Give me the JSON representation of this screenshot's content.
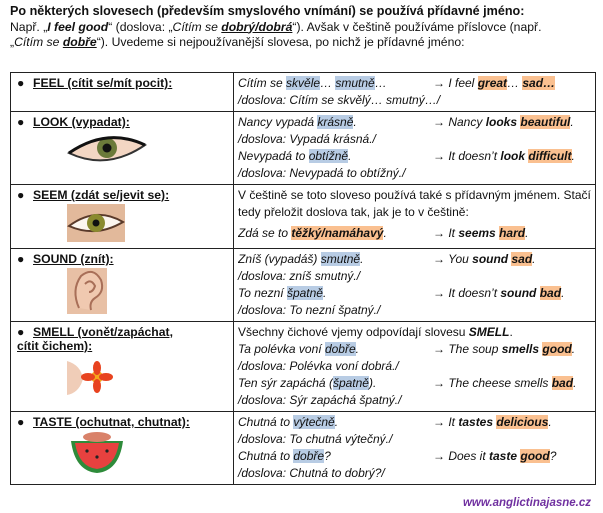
{
  "intro": {
    "heading": "Po některých slovesech (především smyslového vnímání) se používá přídavné jméno:",
    "l2_a": "Např. „",
    "l2_b": "I feel good",
    "l2_c": "“ (doslova: „",
    "l2_d": "Cítím se ",
    "l2_e": "dobrý/dobrá",
    "l2_f": "“). Avšak v češtině používáme příslovce (např.",
    "l3_a": "„",
    "l3_b": "Cítím se ",
    "l3_c": "dobře",
    "l3_d": "“). Uvedeme si nejpoužívanější slovesa, po nichž je přídavné jméno:"
  },
  "rows": [
    {
      "verb": "FEEL (cítit se/mít pocit):",
      "icon": "none",
      "lines": [
        {
          "cz_pre": "Cítím se ",
          "cz_hl": "skvěle",
          "cz_mid": "… ",
          "cz_hl2": "smutně",
          "cz_post": "…",
          "en_pre": "→ I feel ",
          "en_hl": "great",
          "en_mid": "… ",
          "en_hl2": "sad…",
          "en_post": ""
        },
        {
          "lit": "/doslova: Cítím se skvělý… smutný…/"
        }
      ]
    },
    {
      "verb": "LOOK (vypadat):",
      "icon": "eye-icon",
      "lines": [
        {
          "cz_pre": "Nancy vypadá ",
          "cz_hl": "krásně",
          "cz_post": ".",
          "en_pre": "→ Nancy ",
          "en_b": "looks",
          "en_hl": "beautiful",
          "en_post": "."
        },
        {
          "lit": "/doslova: Vypadá krásná./"
        },
        {
          "cz_pre": "Nevypadá to ",
          "cz_hl": "obtížně",
          "cz_post": ".",
          "en_pre": "→ It doesn’t ",
          "en_b": "look",
          "en_hl": "difficult",
          "en_post": "."
        },
        {
          "lit": "/doslova: Nevypadá to obtížný./"
        }
      ]
    },
    {
      "verb": "SEEM (zdát se/jevit se):",
      "icon": "eye-close-icon",
      "text1": "V češtině se toto sloveso používá také s přídavným jménem. Stačí tedy přeložit doslova tak, jak je to v češtině:",
      "line": {
        "cz_pre": "Zdá se to ",
        "cz_hl": "těžký/namáhavý",
        "cz_post": ".",
        "en_pre": "→ It ",
        "en_b": "seems",
        "en_hl": "hard",
        "en_post": "."
      }
    },
    {
      "verb": "SOUND (znít):",
      "icon": "ear-icon",
      "lines": [
        {
          "cz_pre": "Zníš (vypadáš) ",
          "cz_hl": "smutně",
          "cz_post": ".",
          "en_pre": "→ You ",
          "en_b": "sound",
          "en_hl": "sad",
          "en_post": "."
        },
        {
          "lit": "/doslova: zníš smutný./"
        },
        {
          "cz_pre": "To nezní ",
          "cz_hl": "špatně",
          "cz_post": ".",
          "en_pre": "→ It doesn’t ",
          "en_b": "sound",
          "en_hl": "bad",
          "en_post": "."
        },
        {
          "lit": "/doslova: To nezní špatný./"
        }
      ]
    },
    {
      "verb1": "SMELL (vonět/zapáchat,",
      "verb2": "cítit čichem):",
      "icon": "flower-nose-icon",
      "text_a": "Všechny čichové vjemy odpovídají slovesu ",
      "text_b": "SMELL",
      "text_c": ".",
      "lines": [
        {
          "cz_pre": "Ta polévka voní ",
          "cz_hl": "dobře",
          "cz_post": ".",
          "en_pre": "→ The soup ",
          "en_b": "smells",
          "en_hl": "good",
          "en_post": "."
        },
        {
          "lit": "/doslova: Polévka voní dobrá./"
        },
        {
          "cz_pre": "Ten sýr zapáchá (",
          "cz_hl": "špatně",
          "cz_post": ").",
          "en_pre": "→ The cheese smells ",
          "en_b": "",
          "en_hl": "bad",
          "en_post": "."
        },
        {
          "lit": "/doslova: Sýr zapáchá špatný./"
        }
      ]
    },
    {
      "verb": "TASTE (ochutnat, chutnat):",
      "icon": "watermelon-icon",
      "lines": [
        {
          "cz_pre": "Chutná to ",
          "cz_hl": "výtečně",
          "cz_post": ".",
          "en_pre": "→ It ",
          "en_b": "tastes",
          "en_hl": "delicious",
          "en_post": "."
        },
        {
          "lit": "/doslova: To chutná výtečný./"
        },
        {
          "cz_pre": "Chutná to ",
          "cz_hl": "dobře",
          "cz_post": "?",
          "en_pre": "→ Does it ",
          "en_b": "taste",
          "en_hl": "good",
          "en_post": "?"
        },
        {
          "lit": "/doslova: Chutná to dobrý?/"
        }
      ]
    }
  ],
  "footer": "www.anglictinajasne.cz",
  "colors": {
    "blue_highlight": "#b8cce4",
    "orange_highlight": "#fac090",
    "footer": "#7030a0"
  }
}
